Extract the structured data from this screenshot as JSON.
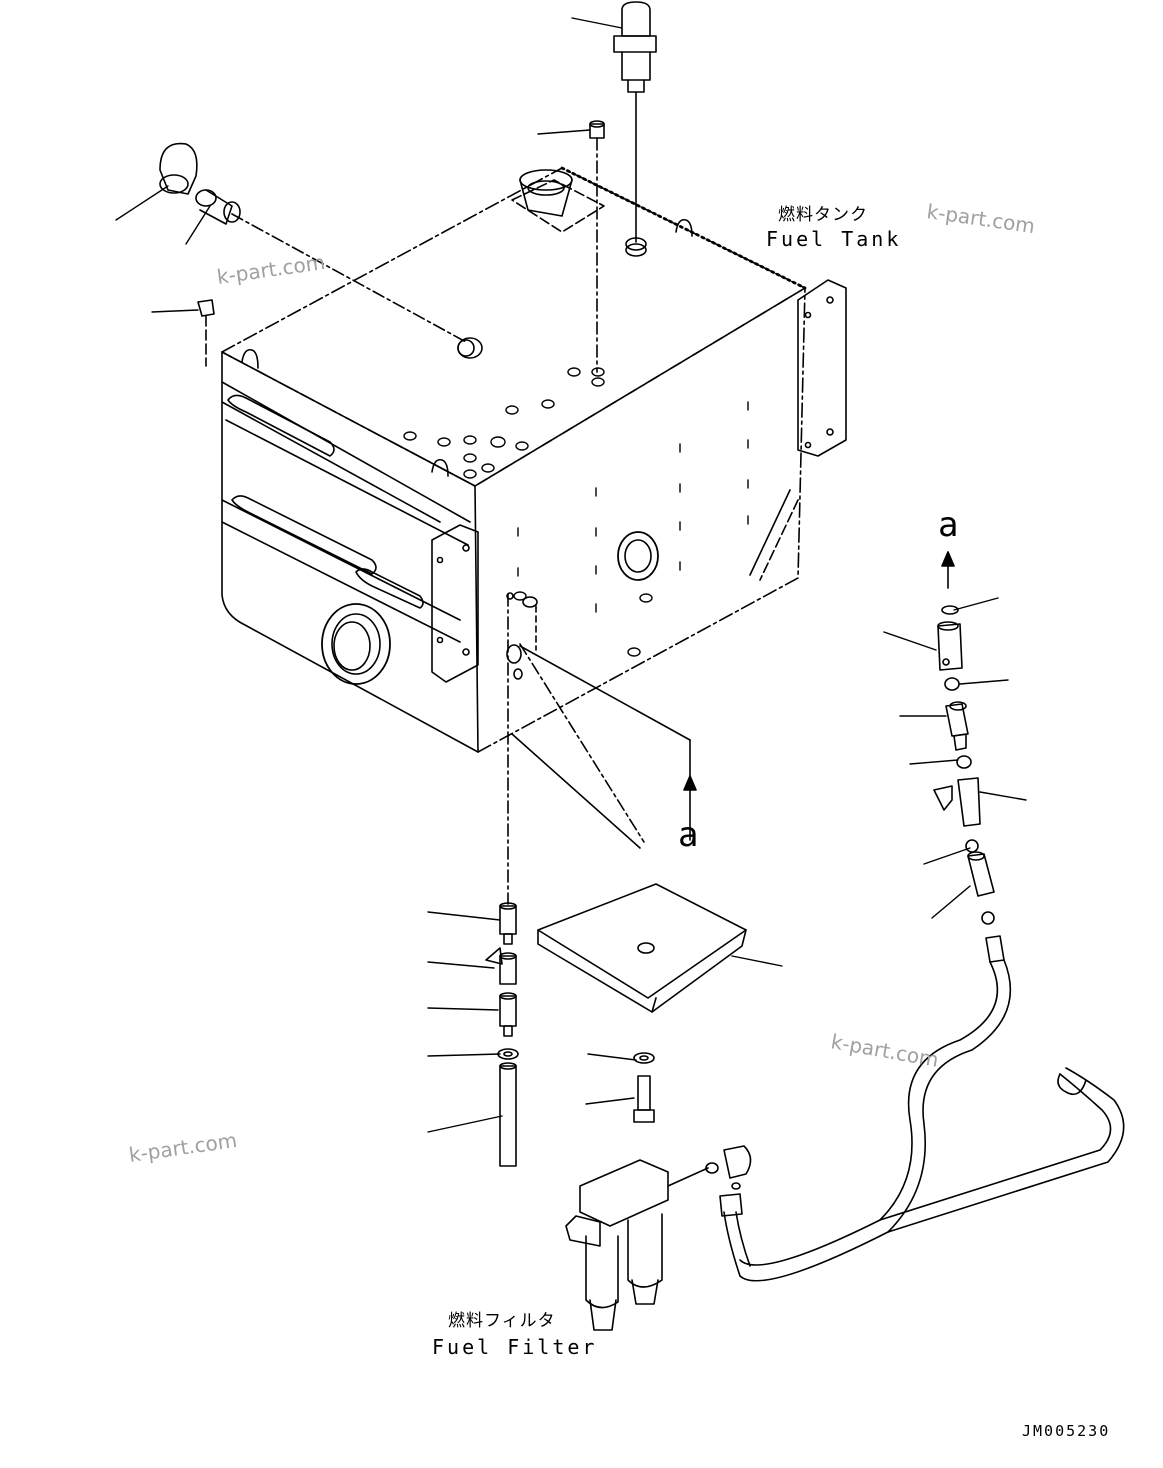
{
  "colors": {
    "line": "#000000",
    "watermark": "#9a9a9a",
    "background": "#ffffff"
  },
  "labels": {
    "fuel_tank_jp": "燃料タンク",
    "fuel_tank_en": "Fuel Tank",
    "fuel_filter_jp": "燃料フィルタ",
    "fuel_filter_en": "Fuel Filter",
    "drawing_code": "JM005230",
    "view_ref_top": "a",
    "view_ref_bottom": "a"
  },
  "watermarks": [
    "k-part.com",
    "k-part.com",
    "k-part.com",
    "k-part.com"
  ]
}
